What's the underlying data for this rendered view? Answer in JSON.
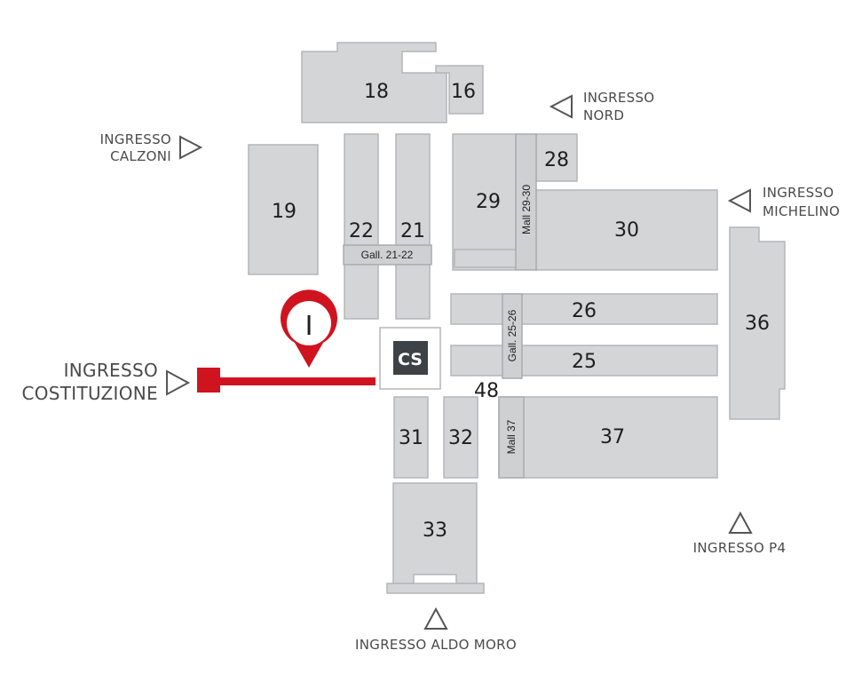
{
  "halls": {
    "h16": "16",
    "h18": "18",
    "h19": "19",
    "h21": "21",
    "h22": "22",
    "h25": "25",
    "h26": "26",
    "h28": "28",
    "h29": "29",
    "h30": "30",
    "h31": "31",
    "h32": "32",
    "h33": "33",
    "h36": "36",
    "h37": "37",
    "h48": "48",
    "cs": "CS"
  },
  "malls": {
    "gall_21_22": "Gall. 21-22",
    "mall_29_30": "Mall 29-30",
    "gall_25_26": "Gall. 25-26",
    "mall_37": "Mall 37"
  },
  "entrances": {
    "calzoni": [
      "INGRESSO",
      "CALZONI"
    ],
    "nord": [
      "INGRESSO",
      "NORD"
    ],
    "michelino": [
      "INGRESSO",
      "MICHELINO"
    ],
    "costituzione": [
      "INGRESSO",
      "COSTITUZIONE"
    ],
    "p4": "INGRESSO P4",
    "aldo_moro": "INGRESSO ALDO MORO"
  },
  "marker": {
    "symbol": "I",
    "color": "#d0141f"
  },
  "colors": {
    "hall_fill": "#d4d5d7",
    "cs_box": "#3d4246",
    "route": "#d0141f",
    "label_gray": "#4a4a4a"
  },
  "icons": {
    "entrance": "triangle-outline-icon",
    "info_marker": "map-pin-icon"
  }
}
